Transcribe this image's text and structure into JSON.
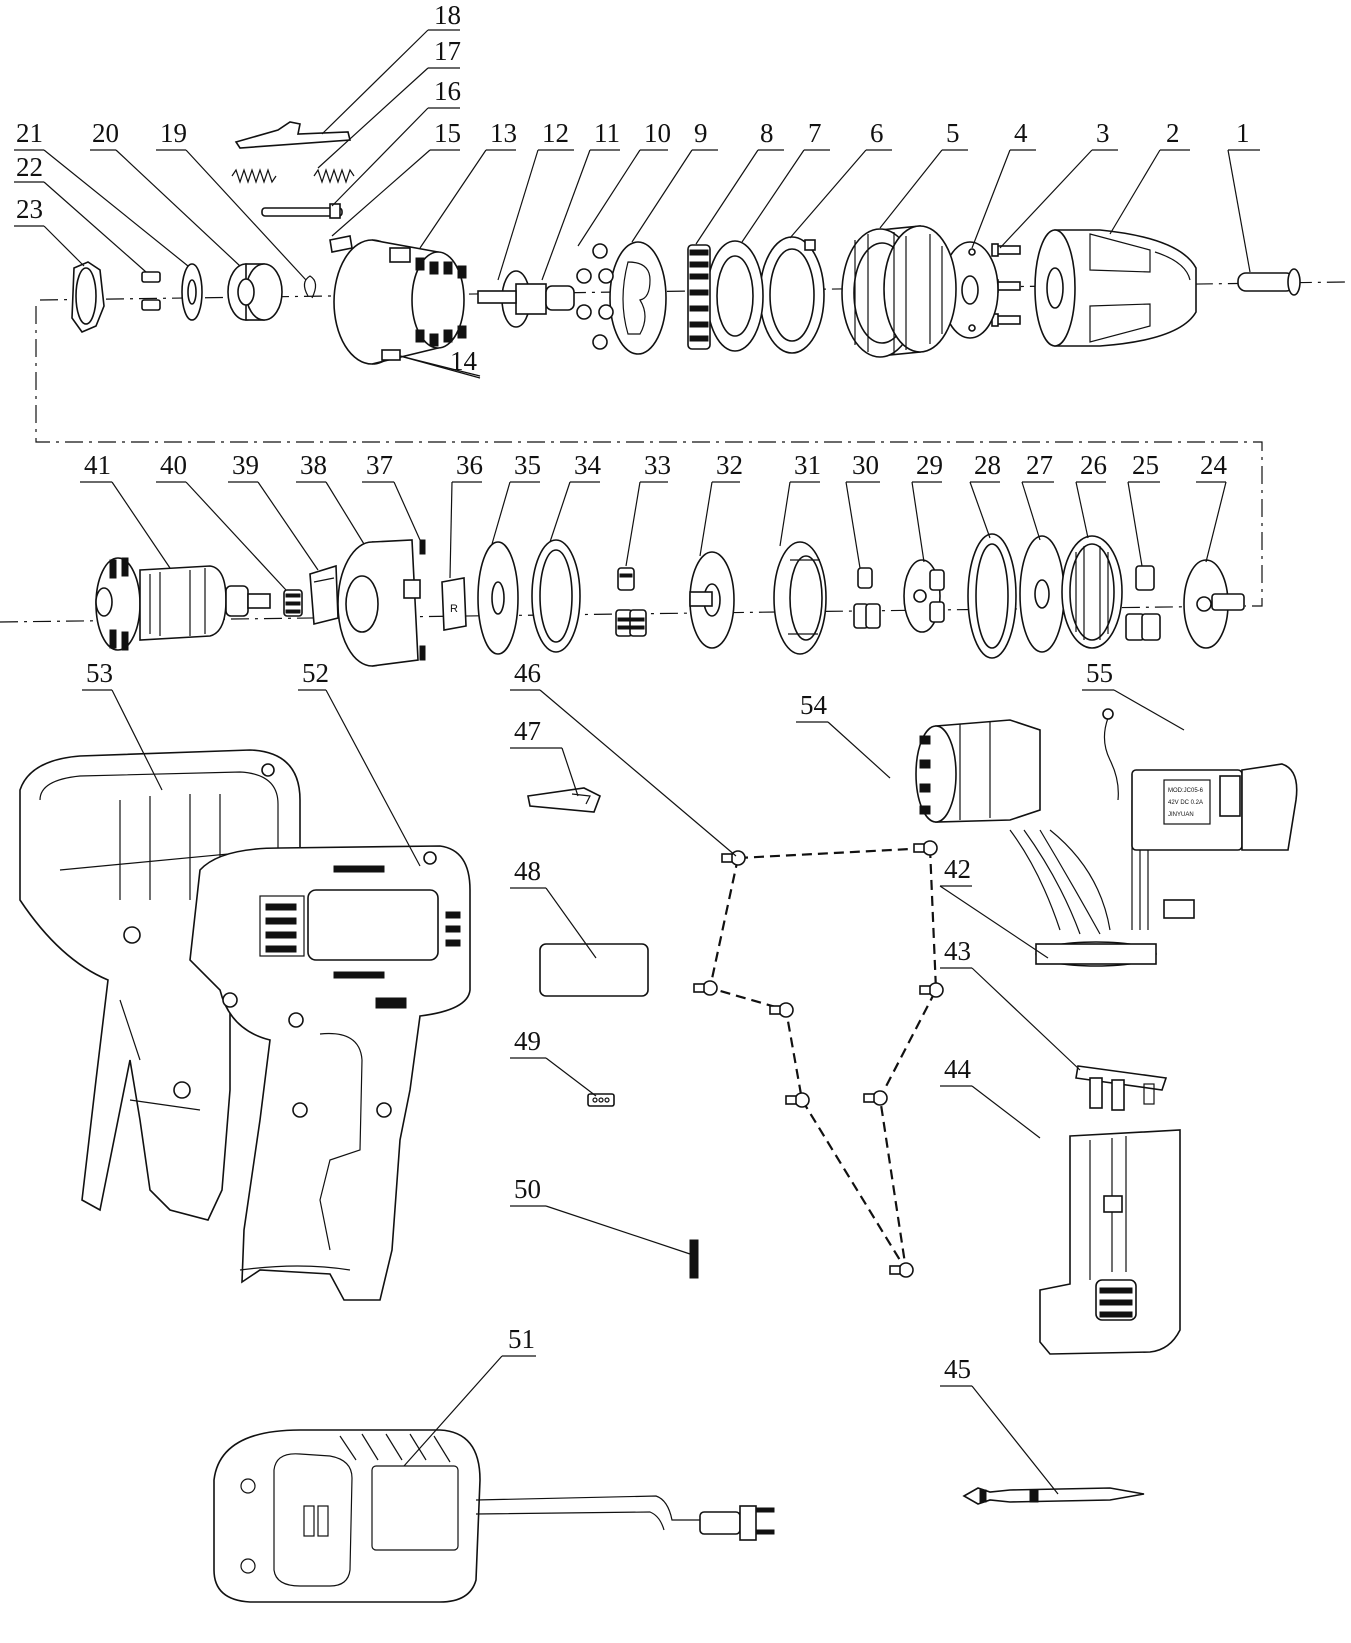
{
  "callouts": [
    {
      "id": "1",
      "text": "1"
    },
    {
      "id": "2",
      "text": "2"
    },
    {
      "id": "3",
      "text": "3"
    },
    {
      "id": "4",
      "text": "4"
    },
    {
      "id": "5",
      "text": "5"
    },
    {
      "id": "6",
      "text": "6"
    },
    {
      "id": "7",
      "text": "7"
    },
    {
      "id": "8",
      "text": "8"
    },
    {
      "id": "9",
      "text": "9"
    },
    {
      "id": "10",
      "text": "10"
    },
    {
      "id": "11",
      "text": "11"
    },
    {
      "id": "12",
      "text": "12"
    },
    {
      "id": "13",
      "text": "13"
    },
    {
      "id": "14",
      "text": "14"
    },
    {
      "id": "15",
      "text": "15"
    },
    {
      "id": "16",
      "text": "16"
    },
    {
      "id": "17",
      "text": "17"
    },
    {
      "id": "18",
      "text": "18"
    },
    {
      "id": "19",
      "text": "19"
    },
    {
      "id": "20",
      "text": "20"
    },
    {
      "id": "21",
      "text": "21"
    },
    {
      "id": "22",
      "text": "22"
    },
    {
      "id": "23",
      "text": "23"
    },
    {
      "id": "24",
      "text": "24"
    },
    {
      "id": "25",
      "text": "25"
    },
    {
      "id": "26",
      "text": "26"
    },
    {
      "id": "27",
      "text": "27"
    },
    {
      "id": "28",
      "text": "28"
    },
    {
      "id": "29",
      "text": "29"
    },
    {
      "id": "30",
      "text": "30"
    },
    {
      "id": "31",
      "text": "31"
    },
    {
      "id": "32",
      "text": "32"
    },
    {
      "id": "33",
      "text": "33"
    },
    {
      "id": "34",
      "text": "34"
    },
    {
      "id": "35",
      "text": "35"
    },
    {
      "id": "36",
      "text": "36"
    },
    {
      "id": "37",
      "text": "37"
    },
    {
      "id": "38",
      "text": "38"
    },
    {
      "id": "39",
      "text": "39"
    },
    {
      "id": "40",
      "text": "40"
    },
    {
      "id": "41",
      "text": "41"
    },
    {
      "id": "42",
      "text": "42"
    },
    {
      "id": "43",
      "text": "43"
    },
    {
      "id": "44",
      "text": "44"
    },
    {
      "id": "45",
      "text": "45"
    },
    {
      "id": "46",
      "text": "46"
    },
    {
      "id": "47",
      "text": "47"
    },
    {
      "id": "48",
      "text": "48"
    },
    {
      "id": "49",
      "text": "49"
    },
    {
      "id": "50",
      "text": "50"
    },
    {
      "id": "51",
      "text": "51"
    },
    {
      "id": "52",
      "text": "52"
    },
    {
      "id": "53",
      "text": "53"
    },
    {
      "id": "54",
      "text": "54"
    },
    {
      "id": "55",
      "text": "55"
    }
  ],
  "switch_label": {
    "line1": "MOD:JC05-6",
    "line2": "42V DC 0.2A",
    "line3": "JINYUAN"
  },
  "reverse_mark": "R"
}
